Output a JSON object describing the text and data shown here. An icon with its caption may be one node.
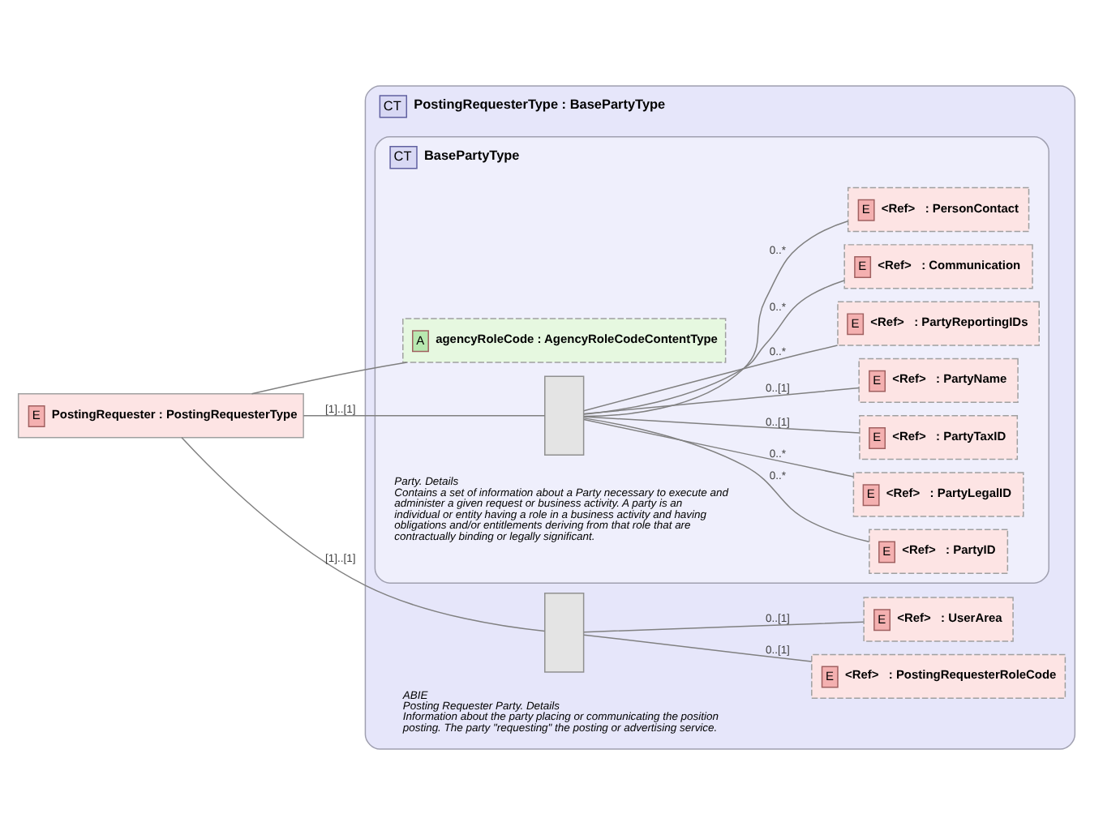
{
  "diagram": {
    "nodes": [
      {
        "text": [
          "E",
          "PostingRequester : PostingRequesterType"
        ]
      },
      {
        "text": [
          "CT",
          "PostingRequesterType : BasePartyType",
          "ABIE",
          "Posting Requester Party. Details",
          "Information about the party placing or communicating the position posting. The party \"requesting\" the posting or advertising service."
        ]
      },
      {
        "text": [
          "CT",
          "BasePartyType",
          "Party. Details",
          "Contains a set of information about a Party necessary to execute and administer a given request or business activity. A party is an individual or entity having a role in a business activity and having obligations and/or entitlements deriving from that role that are contractually binding or legally significant."
        ],
        "in": 1
      },
      {
        "text": [
          "A",
          "agencyRoleCode : AgencyRoleCodeContentType"
        ],
        "in": 2
      },
      {
        "text": [],
        "shape": "box",
        "in": 2
      },
      {
        "text": [
          "E",
          "<Ref>",
          ": PartyID"
        ],
        "in": 2
      },
      {
        "text": [
          "E",
          "<Ref>",
          ": PartyLegalID"
        ],
        "in": 2
      },
      {
        "text": [
          "E",
          "<Ref>",
          ": PartyTaxID"
        ],
        "in": 2
      },
      {
        "text": [
          "E",
          "<Ref>",
          ": PartyName"
        ],
        "in": 2
      },
      {
        "text": [
          "E",
          "<Ref>",
          ": PartyReportingIDs"
        ],
        "in": 2
      },
      {
        "text": [
          "E",
          "<Ref>",
          ": Communication"
        ],
        "in": 2
      },
      {
        "text": [
          "E",
          "<Ref>",
          ": PersonContact"
        ],
        "in": 2
      },
      {
        "text": [],
        "shape": "box",
        "in": 1
      },
      {
        "text": [
          "E",
          "<Ref>",
          ": PostingRequesterRoleCode"
        ],
        "in": 1
      },
      {
        "text": [
          "E",
          "<Ref>",
          ": UserArea"
        ],
        "in": 1
      }
    ],
    "edges": [
      {
        "from": 0,
        "to": 3,
        "arrow": "none"
      },
      {
        "from": 0,
        "to": 4,
        "arrow": "none",
        "label": "[1]..[1]"
      },
      {
        "from": 0,
        "to": 12,
        "arrow": "none",
        "label": "[1]..[1]"
      },
      {
        "from": 4,
        "to": 5,
        "arrow": "none",
        "label": "0..*"
      },
      {
        "from": 4,
        "to": 6,
        "arrow": "none",
        "label": "0..*"
      },
      {
        "from": 4,
        "to": 7,
        "arrow": "none",
        "label": "0..[1]"
      },
      {
        "from": 4,
        "to": 8,
        "arrow": "none",
        "label": "0..[1]"
      },
      {
        "from": 4,
        "to": 9,
        "arrow": "none",
        "label": "0..*"
      },
      {
        "from": 4,
        "to": 10,
        "arrow": "none",
        "label": "0..*"
      },
      {
        "from": 4,
        "to": 11,
        "arrow": "none",
        "label": "0..*"
      },
      {
        "from": 12,
        "to": 13,
        "arrow": "none",
        "label": "0..[1]"
      },
      {
        "from": 12,
        "to": 14,
        "arrow": "none",
        "label": "0..[1]"
      }
    ]
  }
}
